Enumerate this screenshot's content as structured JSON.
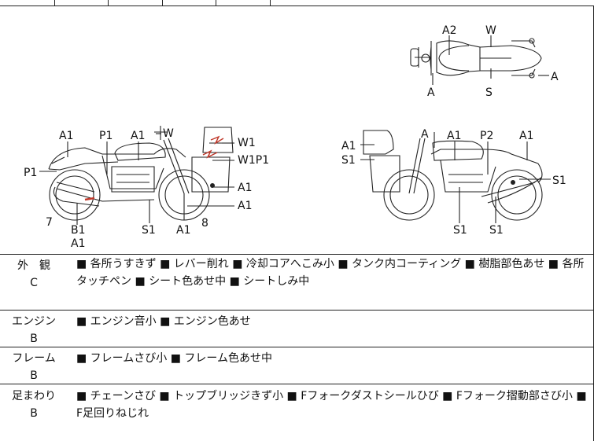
{
  "diagram": {
    "top_view_labels": [
      "A2",
      "W",
      "A",
      "S",
      "A"
    ],
    "left_view_labels": [
      "A1",
      "P1",
      "A1",
      "W",
      "W1",
      "W1P1",
      "P1",
      "A1",
      "A1",
      "7",
      "B1",
      "A1",
      "S1",
      "A1",
      "8"
    ],
    "right_view_labels": [
      "A",
      "A1",
      "P2",
      "A1",
      "A1",
      "S1",
      "S1",
      "S1",
      "S1"
    ]
  },
  "sections": [
    {
      "category": "外　観",
      "grade": "C",
      "items": "■ 各所うすきず ■ レバー削れ ■ 冷却コアへこみ小 ■ タンク内コーティング ■ 樹脂部色あせ ■ 各所タッチペン ■ シート色あせ中 ■ シートしみ中"
    },
    {
      "category": "エンジン",
      "grade": "B",
      "items": "■ エンジン音小 ■ エンジン色あせ"
    },
    {
      "category": "フレーム",
      "grade": "B",
      "items": "■ フレームさび小 ■ フレーム色あせ中"
    },
    {
      "category": "足まわり",
      "grade": "B",
      "items": "■ チェーンさび ■ トップブリッジきず小 ■ Fフォークダストシールひび ■ Fフォーク摺動部さび小 ■ F足回りねじれ"
    }
  ],
  "colors": {
    "damage_mark": "#c0392b",
    "line": "#222222"
  }
}
